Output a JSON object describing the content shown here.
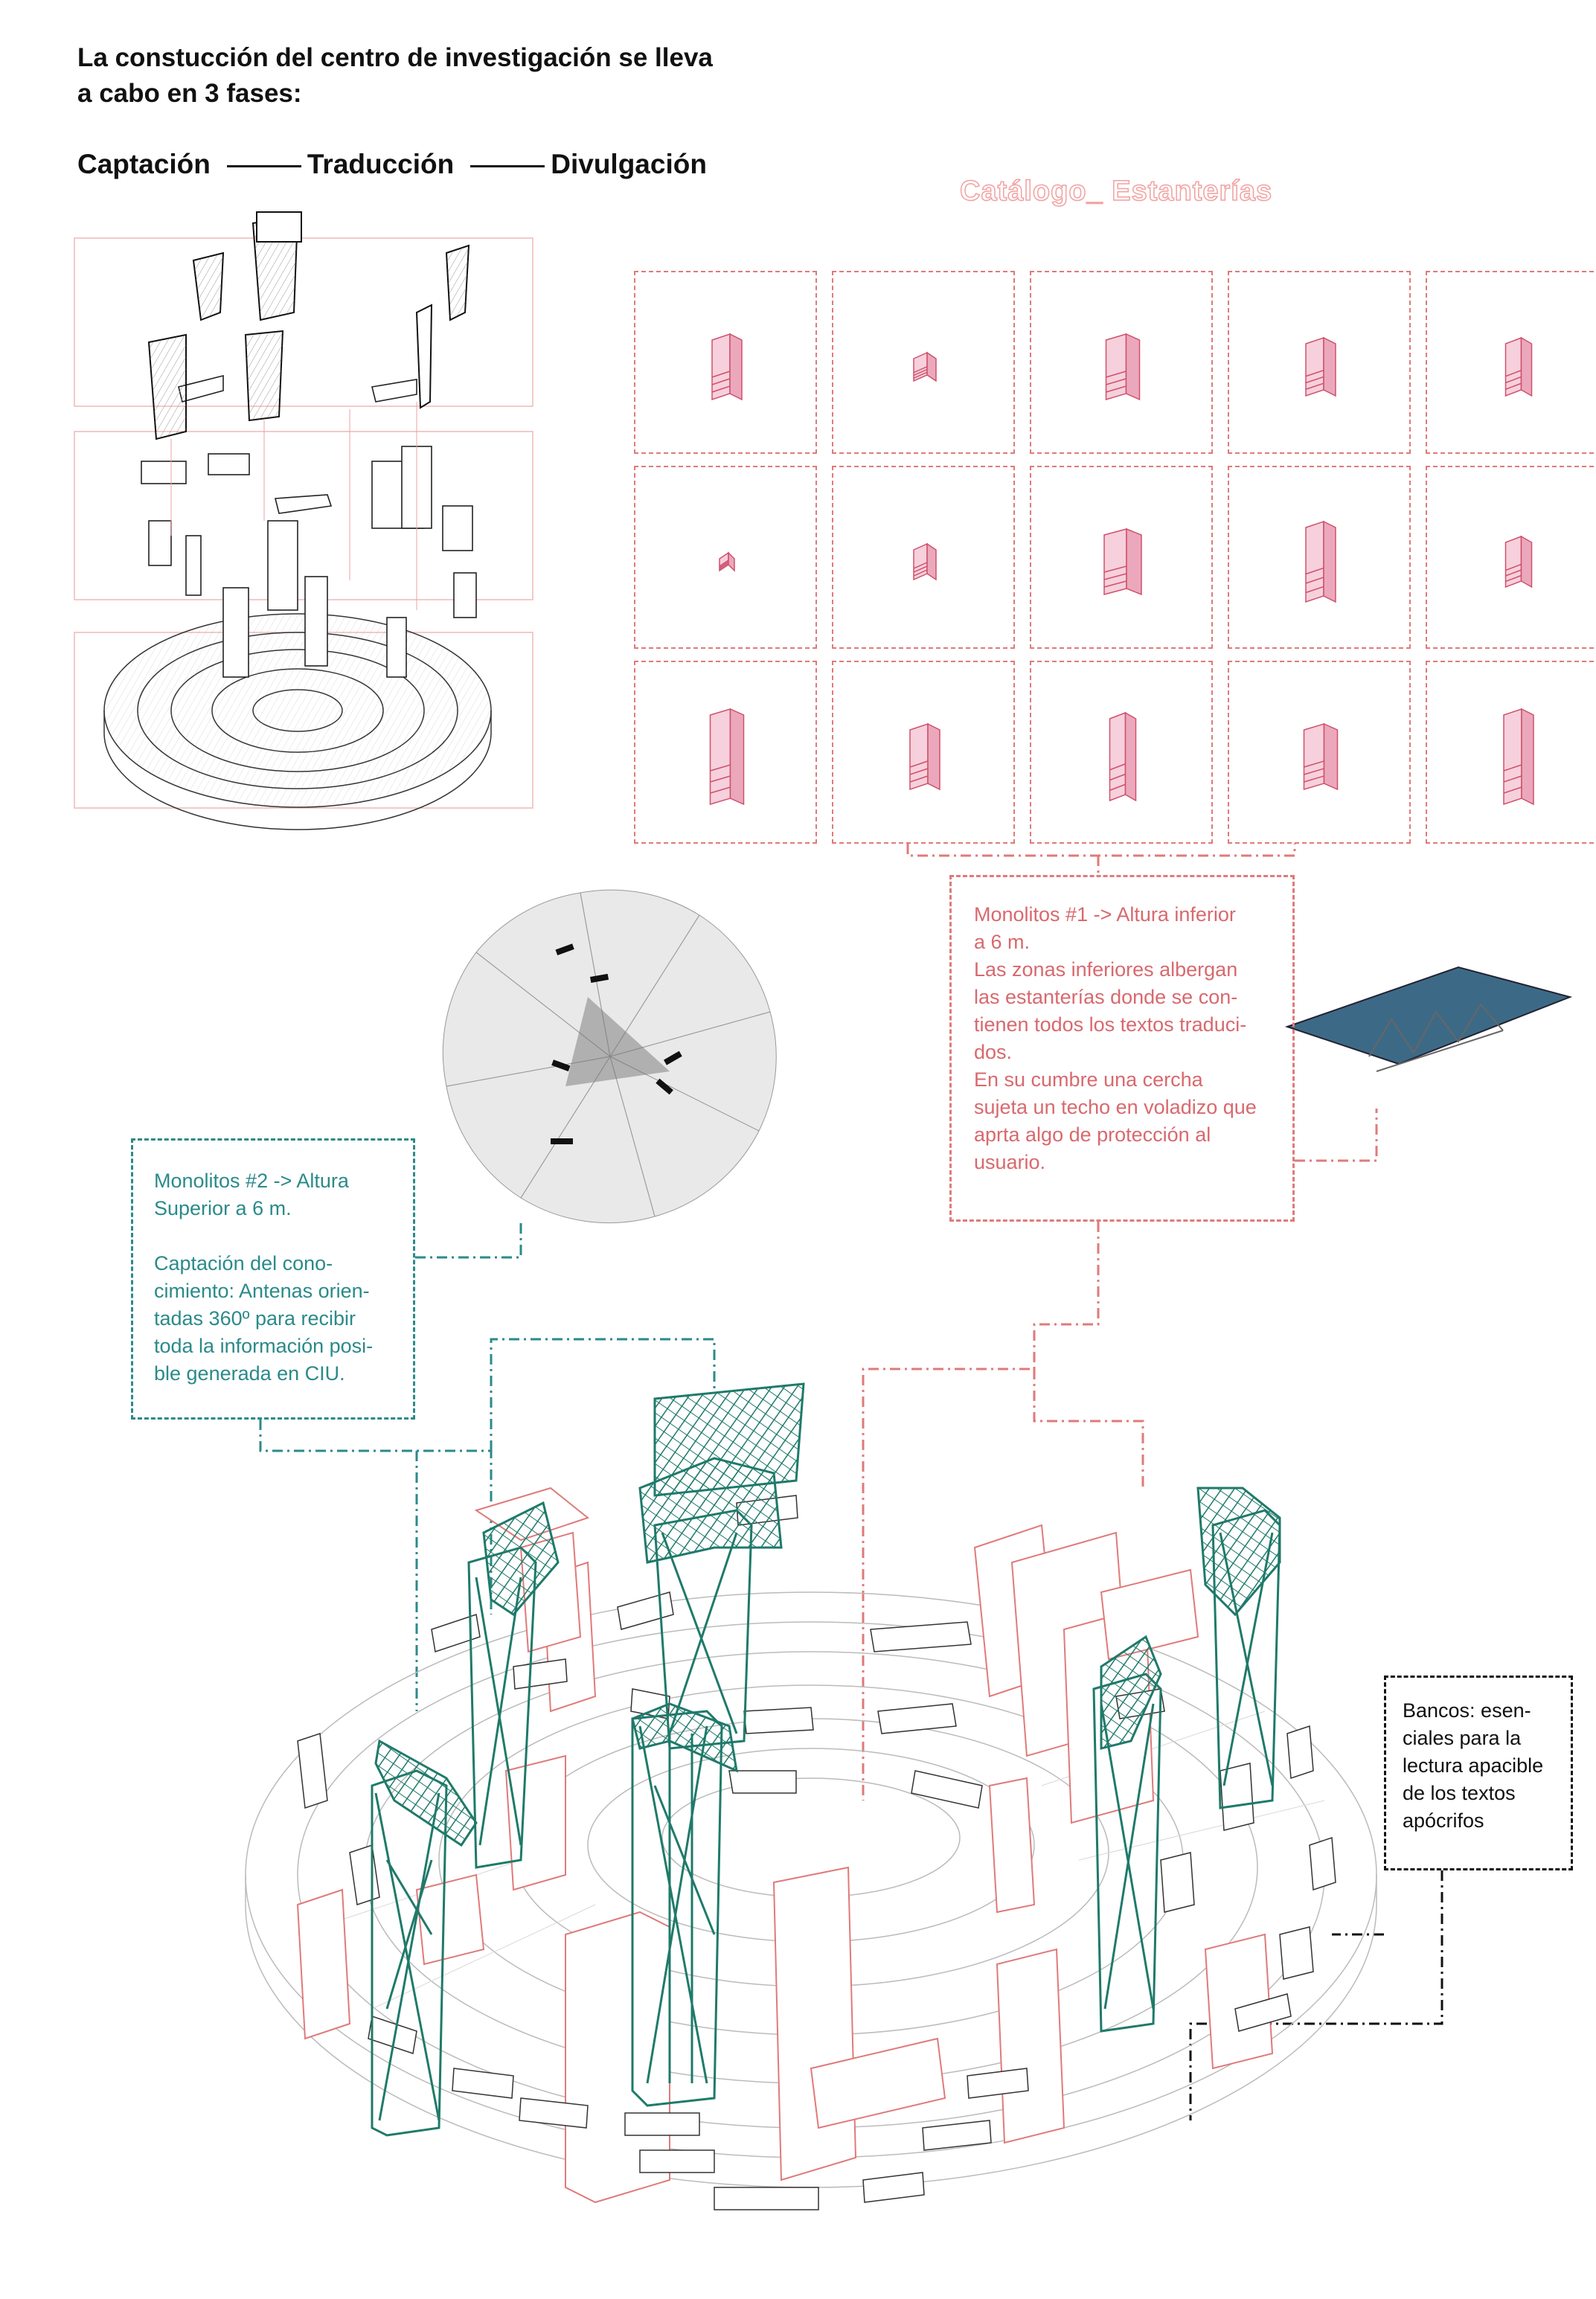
{
  "header": {
    "title_line1": "La constucción del centro de investigación se lleva",
    "title_line2": "a cabo en 3 fases:",
    "phases": [
      "Captación",
      "Traducción",
      "Divulgación"
    ]
  },
  "catalog": {
    "title": "Catálogo_ Estanterías",
    "rows": 3,
    "cols": 5
  },
  "notes": {
    "monolitos1": {
      "lines": [
        "Monolitos #1 -> Altura inferior",
        "a 6 m.",
        "Las zonas inferiores albergan",
        "las estanterías donde se con-",
        "tienen todos los textos traduci-",
        "dos.",
        "En su cumbre una cercha",
        "sujeta un techo en voladizo que",
        "aprta algo de protección al",
        "usuario."
      ]
    },
    "monolitos2": {
      "lines_a": [
        "Monolitos #2 -> Altura",
        "Superior a 6 m."
      ],
      "lines_b": [
        "Captación del cono-",
        "cimiento: Antenas orien-",
        "tadas 360º para recibir",
        "toda la información posi-",
        "ble generada en CIU."
      ]
    },
    "bancos": {
      "lines": [
        "Bancos: esen-",
        "ciales para la",
        "lectura apacible",
        "de los textos",
        "apócrifos"
      ]
    }
  },
  "colors": {
    "red": "#e07a7a",
    "teal": "#2b8a8a",
    "teal_dark": "#1f7a6a",
    "roof_blue": "#3c6a86",
    "ink": "#111111"
  }
}
